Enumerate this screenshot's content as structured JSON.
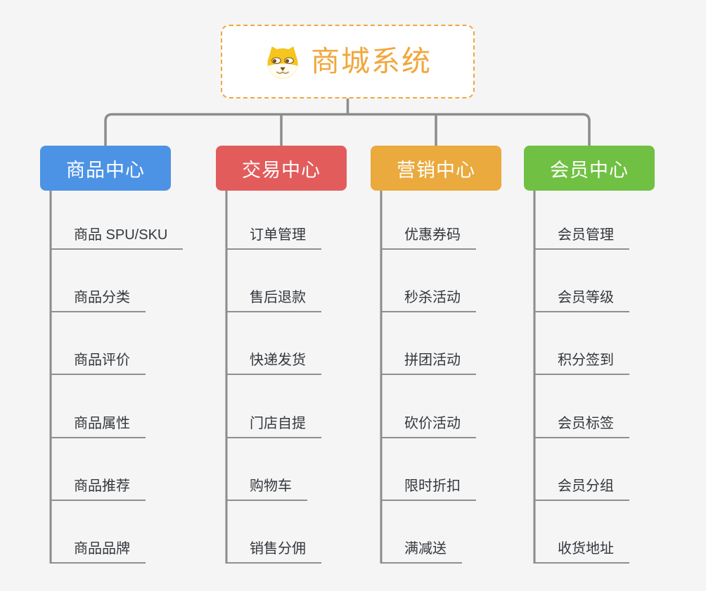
{
  "root": {
    "title": "商城系统",
    "icon": "dog-face-icon"
  },
  "branches": [
    {
      "label": "商品中心",
      "color": "#4d93e5",
      "children": [
        "商品 SPU/SKU",
        "商品分类",
        "商品评价",
        "商品属性",
        "商品推荐",
        "商品品牌"
      ]
    },
    {
      "label": "交易中心",
      "color": "#e25c5c",
      "children": [
        "订单管理",
        "售后退款",
        "快递发货",
        "门店自提",
        "购物车",
        "销售分佣"
      ]
    },
    {
      "label": "营销中心",
      "color": "#eaaa3e",
      "children": [
        "优惠券码",
        "秒杀活动",
        "拼团活动",
        "砍价活动",
        "限时折扣",
        "满减送"
      ]
    },
    {
      "label": "会员中心",
      "color": "#70c143",
      "children": [
        "会员管理",
        "会员等级",
        "积分签到",
        "会员标签",
        "会员分组",
        "收货地址"
      ]
    }
  ],
  "colors": {
    "background": "#f5f5f6",
    "connector_line": "#8c8c8c",
    "child_underline": "#8f8f8f",
    "child_text": "#33373b",
    "root_accent": "#f0a73c",
    "root_border": "#f1a63c"
  }
}
